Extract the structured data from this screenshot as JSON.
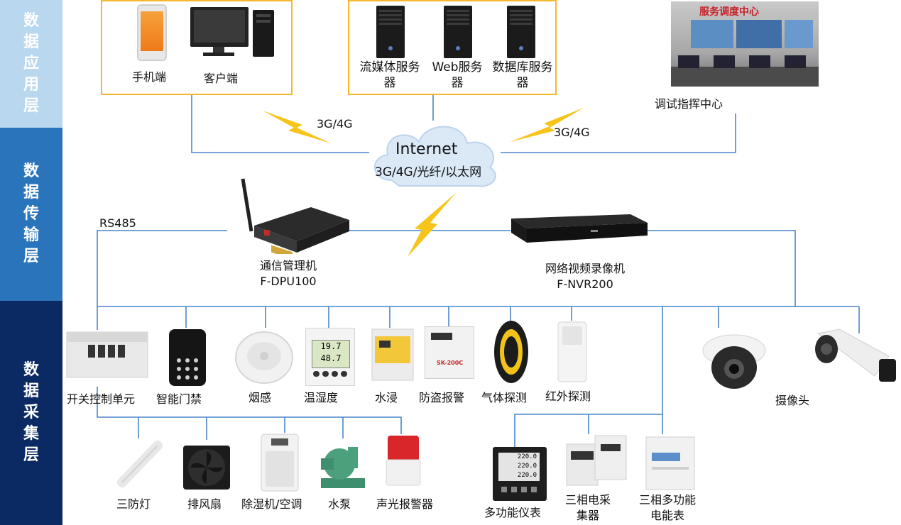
{
  "layers": [
    {
      "label": "数据应用层",
      "color": "#b9d7ee"
    },
    {
      "label": "数据传输层",
      "color": "#2a74bc"
    },
    {
      "label": "数据采集层",
      "color": "#0b2a63"
    }
  ],
  "application": {
    "mobile": "手机端",
    "client": "客户端",
    "streaming_server": "流媒体服务器",
    "web_server": "Web服务器",
    "db_server": "数据库服务器",
    "control_center": "调试指挥中心",
    "control_center_sign": "服务调度中心"
  },
  "network": {
    "cloud_title": "Internet",
    "cloud_sub": "3G/4G/光纤/以太网",
    "link_left": "3G/4G",
    "link_right": "3G/4G"
  },
  "transport": {
    "rs485": "RS485",
    "dpu_name": "通信管理机",
    "dpu_model": "F-DPU100",
    "nvr_name": "网络视频录像机",
    "nvr_model": "F-NVR200"
  },
  "devices_top": [
    {
      "label": "开关控制单元",
      "icon": "switch-unit"
    },
    {
      "label": "智能门禁",
      "icon": "access-control"
    },
    {
      "label": "烟感",
      "icon": "smoke-detector"
    },
    {
      "label": "温湿度",
      "icon": "thermo-hygrometer",
      "screen_line1": "19.7",
      "screen_line2": "48.7"
    },
    {
      "label": "水浸",
      "icon": "water-sensor"
    },
    {
      "label": "防盗报警",
      "icon": "burglar-alarm",
      "brand": "SK-200C"
    },
    {
      "label": "气体探测",
      "icon": "gas-detector"
    },
    {
      "label": "红外探测",
      "icon": "infrared-detector"
    }
  ],
  "camera": {
    "label": "摄像头"
  },
  "devices_bottom": [
    {
      "label": "三防灯",
      "icon": "tri-proof-light"
    },
    {
      "label": "排风扇",
      "icon": "exhaust-fan"
    },
    {
      "label": "除湿机/空调",
      "icon": "dehumidifier"
    },
    {
      "label": "水泵",
      "icon": "water-pump"
    },
    {
      "label": "声光报警器",
      "icon": "strobe-siren"
    }
  ],
  "meters": [
    {
      "label": "多功能仪表",
      "icon": "multifunction-meter",
      "readings": [
        "220.0",
        "220.0",
        "220.0"
      ]
    },
    {
      "label": "三相电采集器",
      "icon": "three-phase-collector"
    },
    {
      "label": "三相多功能电能表",
      "icon": "three-phase-energy-meter"
    }
  ]
}
